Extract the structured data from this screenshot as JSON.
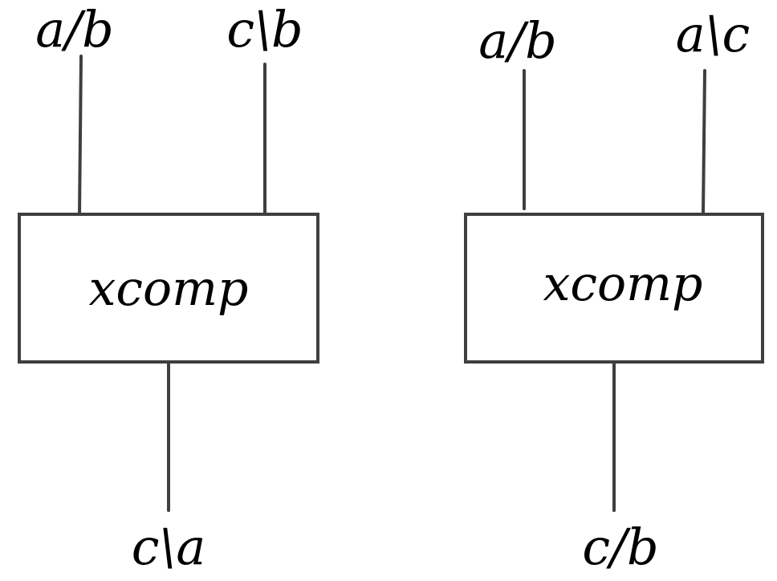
{
  "diagrams": [
    {
      "box_label": "xcomp",
      "inputs": [
        "a/b",
        "c\\b"
      ],
      "output": "c\\a"
    },
    {
      "box_label": "xcomp",
      "inputs": [
        "a/b",
        "a\\c"
      ],
      "output": "c/b"
    }
  ]
}
